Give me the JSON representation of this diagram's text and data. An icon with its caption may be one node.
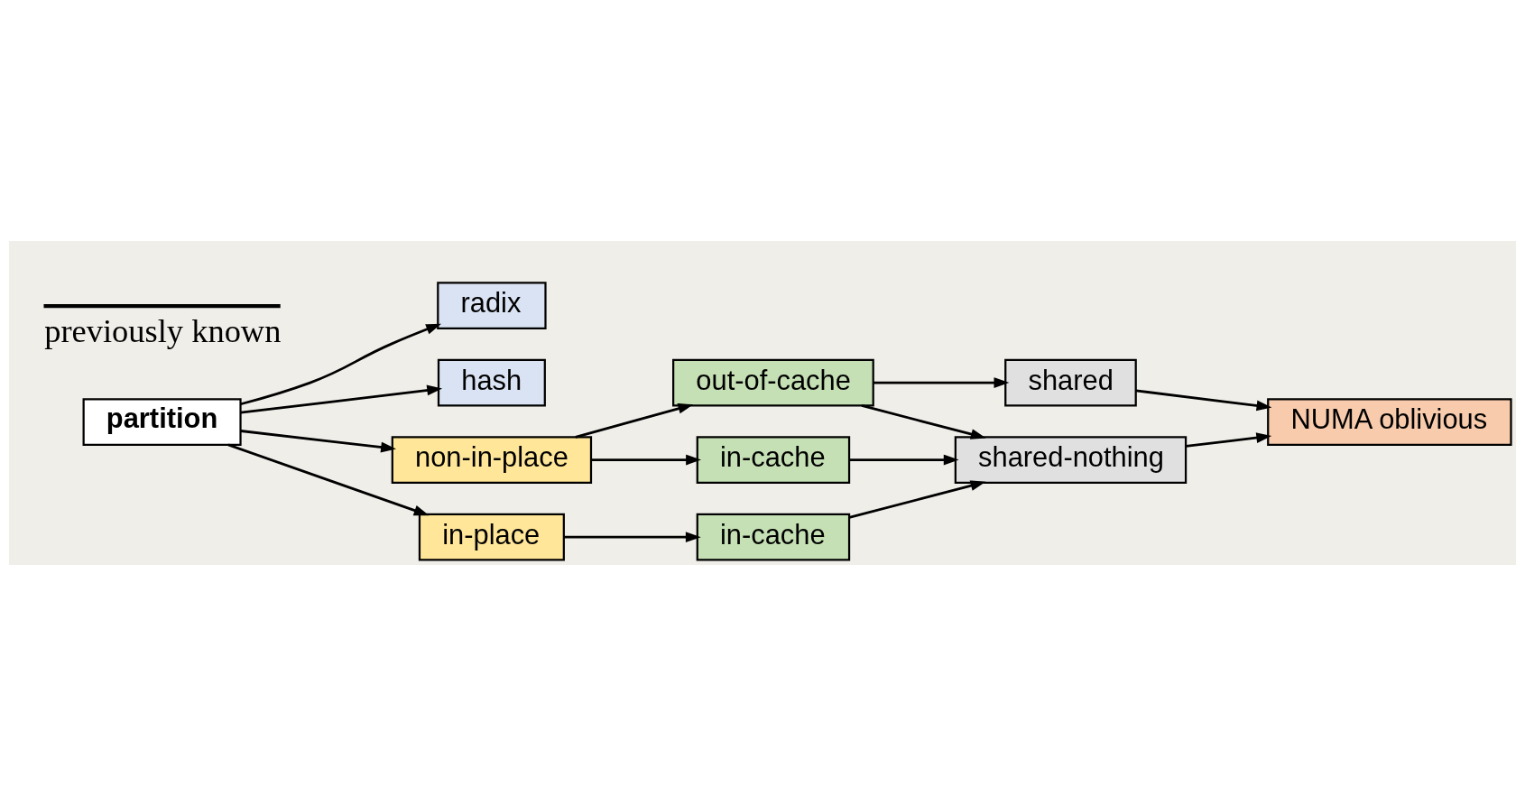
{
  "diagram": {
    "nodes": [
      {
        "text": [
          "radix"
        ]
      },
      {
        "text": [
          "hash"
        ]
      },
      {
        "text": [
          "partition"
        ]
      },
      {
        "text": [
          "out-of-cache"
        ]
      },
      {
        "text": [
          "non-in-place"
        ]
      },
      {
        "text": [
          "in-cache"
        ]
      },
      {
        "text": [
          "in-cache"
        ]
      },
      {
        "text": [
          "in-place"
        ]
      },
      {
        "text": [
          "shared"
        ]
      },
      {
        "text": [
          "NUMA oblivious"
        ]
      },
      {
        "text": [
          "shared-nothing"
        ]
      }
    ],
    "edges": [
      {
        "from": 2,
        "to": 0,
        "arrow": "to"
      },
      {
        "from": 2,
        "to": 1,
        "arrow": "to"
      },
      {
        "from": 2,
        "to": 4,
        "arrow": "to"
      },
      {
        "from": 2,
        "to": 7,
        "arrow": "to"
      },
      {
        "from": 4,
        "to": 3,
        "arrow": "to"
      },
      {
        "from": 4,
        "to": 5,
        "arrow": "to"
      },
      {
        "from": 7,
        "to": 6,
        "arrow": "to"
      },
      {
        "from": 3,
        "to": 8,
        "arrow": "to"
      },
      {
        "from": 3,
        "to": 10,
        "arrow": "to"
      },
      {
        "from": 5,
        "to": 10,
        "arrow": "to"
      },
      {
        "from": 6,
        "to": 10,
        "arrow": "to"
      },
      {
        "from": 8,
        "to": 9,
        "arrow": "to"
      },
      {
        "from": 10,
        "to": 9,
        "arrow": "to"
      }
    ],
    "legend": [
      {
        "text": "previously known"
      }
    ]
  }
}
